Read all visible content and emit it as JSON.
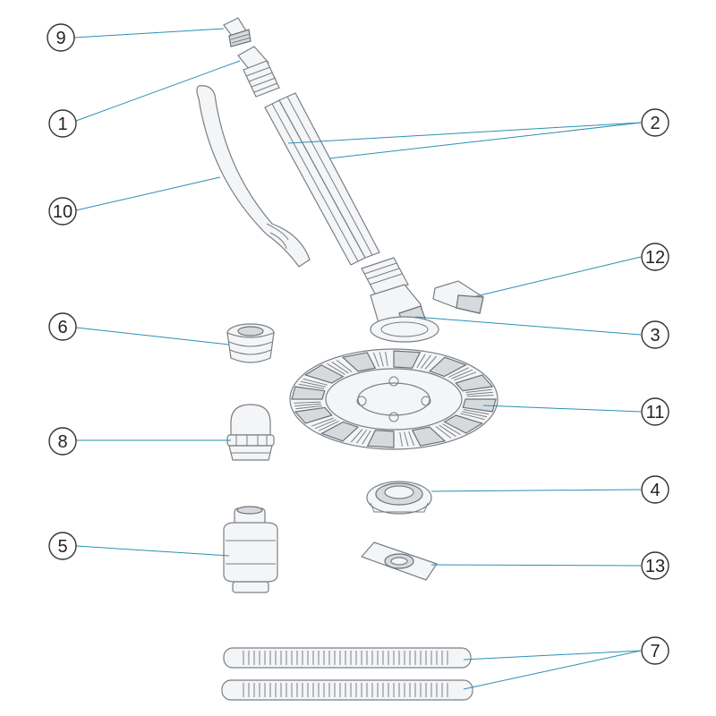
{
  "callouts": {
    "c1": "1",
    "c2": "2",
    "c3": "3",
    "c4": "4",
    "c5": "5",
    "c6": "6",
    "c7": "7",
    "c8": "8",
    "c9": "9",
    "c10": "10",
    "c11": "11",
    "c12": "12",
    "c13": "13"
  },
  "colors": {
    "leader_line": "#2a8fb5",
    "part_stroke": "#7a7f85",
    "part_fill": "#f4f5f6"
  }
}
